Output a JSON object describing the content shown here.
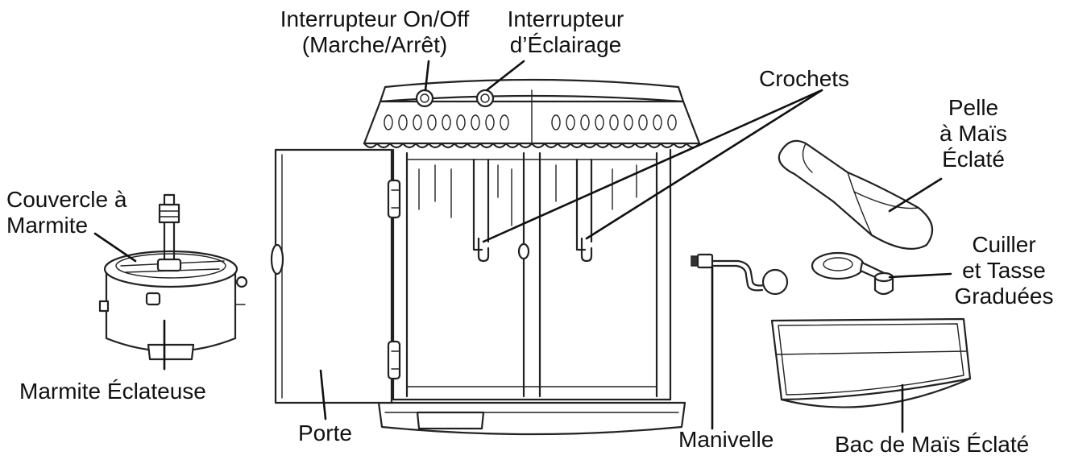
{
  "labels": {
    "switch_onoff": [
      "Interrupteur On/Off",
      "(Marche/Arrêt)"
    ],
    "switch_light": [
      "Interrupteur",
      "d’Éclairage"
    ],
    "hooks": "Crochets",
    "scoop": [
      "Pelle",
      "à Maïs",
      "Éclaté"
    ],
    "lid": [
      "Couvercle à",
      "Marmite"
    ],
    "spoon_cup": [
      "Cuiller",
      "et Tasse",
      "Graduées"
    ],
    "kettle": "Marmite Éclateuse",
    "door": "Porte",
    "crank": "Manivelle",
    "tray": "Bac de Maïs Éclaté"
  }
}
